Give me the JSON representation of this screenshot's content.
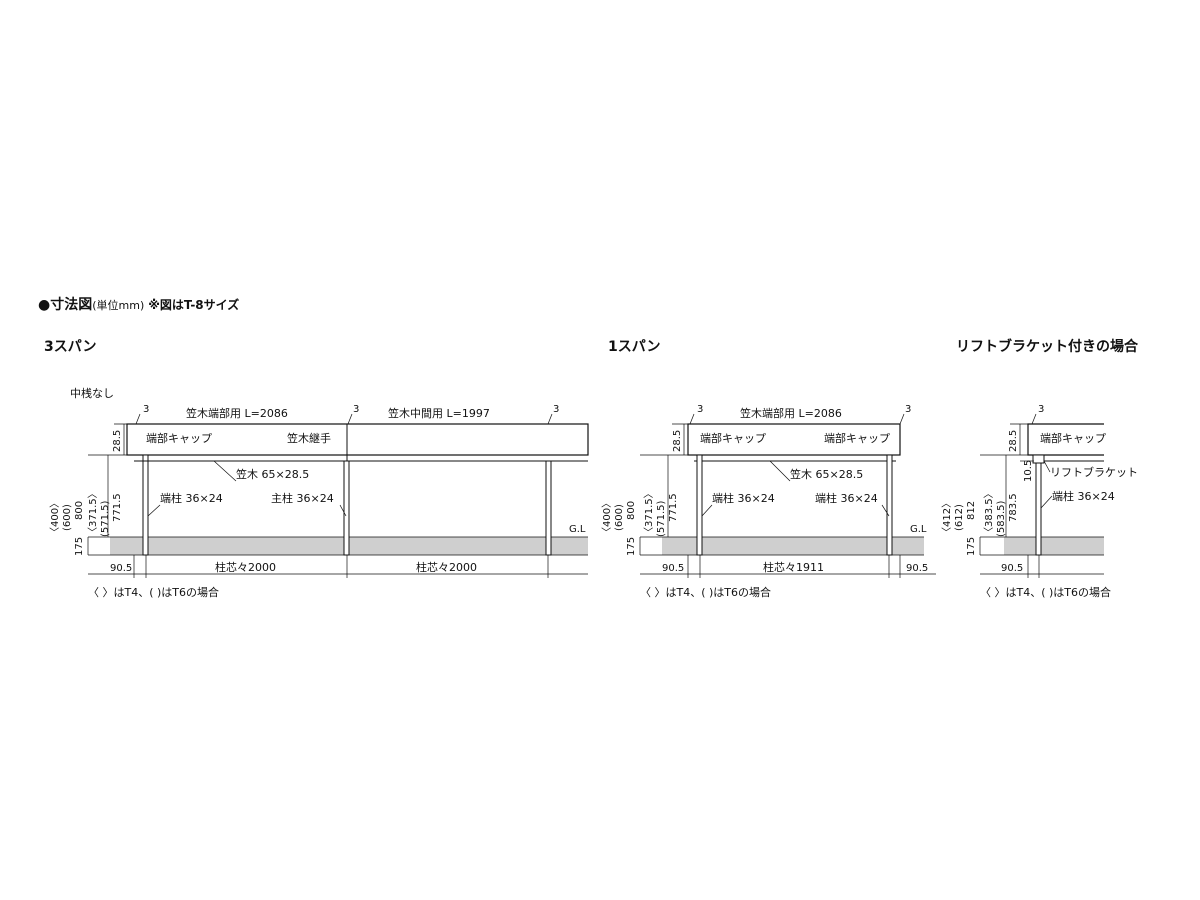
{
  "header": {
    "title": "●寸法図",
    "unit": "(単位mm)",
    "note": "※図はT-8サイズ"
  },
  "sections": {
    "three_span": {
      "title": "3スパン",
      "no_middle_rail": "中桟なし",
      "top_rail_end": "笠木端部用 L=2086",
      "top_rail_mid": "笠木中間用 L=1997",
      "end_cap": "端部キャップ",
      "rail_joint": "笠木継手",
      "top_rail": "笠木 65×28.5",
      "end_post": "端柱 36×24",
      "main_post": "主柱 36×24",
      "gl": "G.L",
      "gap_a": "3",
      "gap_b": "3",
      "gap_c": "3",
      "rail_h": "28.5",
      "h_outer_1": "〈400〉",
      "h_outer_2": "(600)",
      "h_outer_3": "800",
      "h_inner_1": "〈371.5〉",
      "h_inner_2": "(571.5)",
      "h_inner_3": "771.5",
      "embed": "175",
      "offset": "90.5",
      "pitch_1": "柱芯々2000",
      "pitch_2": "柱芯々2000",
      "footnote": "〈 〉はT4、( )はT6の場合"
    },
    "one_span": {
      "title": "1スパン",
      "top_rail_end": "笠木端部用 L=2086",
      "end_cap_left": "端部キャップ",
      "end_cap_right": "端部キャップ",
      "top_rail": "笠木 65×28.5",
      "end_post_left": "端柱 36×24",
      "end_post_right": "端柱 36×24",
      "gl": "G.L",
      "gap_a": "3",
      "gap_b": "3",
      "rail_h": "28.5",
      "h_outer_1": "〈400〉",
      "h_outer_2": "(600)",
      "h_outer_3": "800",
      "h_inner_1": "〈371.5〉",
      "h_inner_2": "(571.5)",
      "h_inner_3": "771.5",
      "embed": "175",
      "offset_left": "90.5",
      "offset_right": "90.5",
      "pitch": "柱芯々1911",
      "footnote": "〈 〉はT4、( )はT6の場合"
    },
    "lift_bracket": {
      "title": "リフトブラケット付きの場合",
      "gap": "3",
      "rail_h": "28.5",
      "end_cap": "端部キャップ",
      "bracket_h": "10.5",
      "bracket": "リフトブラケット",
      "end_post": "端柱 36×24",
      "h_outer_1": "〈412〉",
      "h_outer_2": "(612)",
      "h_outer_3": "812",
      "h_inner_1": "〈383.5〉",
      "h_inner_2": "(583.5)",
      "h_inner_3": "783.5",
      "embed": "175",
      "offset": "90.5",
      "footnote": "〈 〉はT4、( )はT6の場合"
    }
  }
}
